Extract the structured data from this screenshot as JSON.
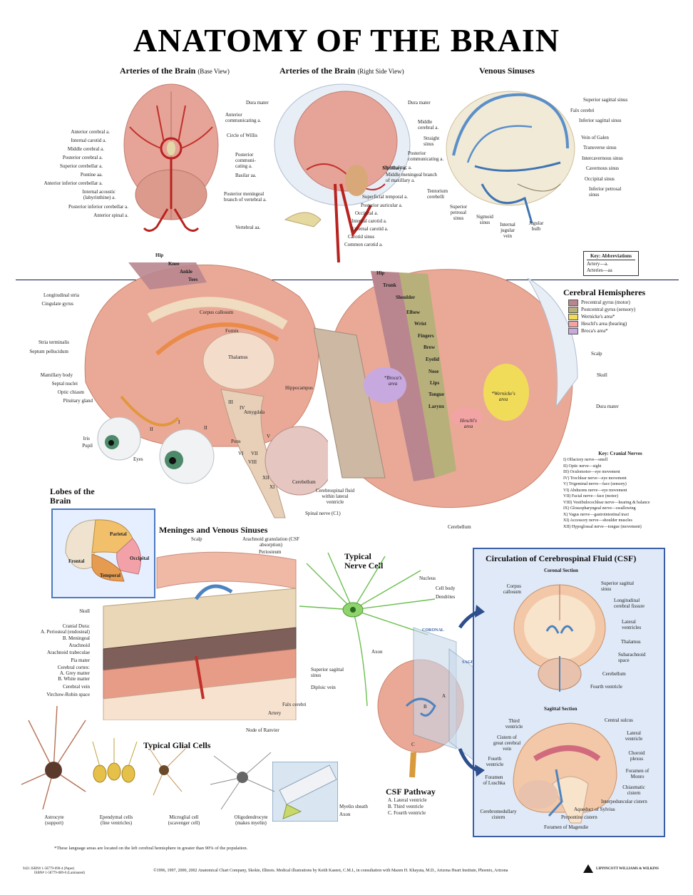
{
  "title": "ANATOMY OF THE BRAIN",
  "sections": {
    "arteries_base": {
      "title": "Arteries of the Brain",
      "subtitle": "(Base View)"
    },
    "arteries_side": {
      "title": "Arteries of the Brain",
      "subtitle": "(Right Side View)"
    },
    "venous": {
      "title": "Venous Sinuses"
    },
    "lobes": {
      "title": "Lobes of the Brain"
    },
    "meninges": {
      "title": "Meninges and Venous Sinuses"
    },
    "nerve_cell": {
      "title": "Typical Nerve Cell"
    },
    "glial": {
      "title": "Typical Glial Cells"
    },
    "csf": {
      "title": "Circulation of Cerebrospinal Fluid (CSF)",
      "coronal": "Coronal Section",
      "sagittal": "Sagittal  Section"
    },
    "csf_pathway": {
      "title": "CSF Pathway"
    },
    "cerebral": {
      "title": "Cerebral Hemispheres"
    }
  },
  "base_left": [
    "Anterior cerebral a.",
    "Internal carotid a.",
    "Middle cerebral a.",
    "Posterior cerebral a.",
    "Superior cerebellar a.",
    "Pontine aa.",
    "Anterior inferior cerebellar a.",
    "Internal acoustic (labyrinthine) a.",
    "Posterior inferior cerebellar a.",
    "Anterior spinal a."
  ],
  "base_right": [
    "Anterior communicating a.",
    "Circle of Willis",
    "Posterior communi-cating a.",
    "Basilar aa.",
    "Posterior meningeal branch of vertebral a.",
    "Vertebral aa."
  ],
  "side_right": [
    "Dura mater",
    "Middle cerebral a.",
    "Straight sinus",
    "Posterior communicating a.",
    "Ophthalmic a.",
    "Maxillary a.",
    "Middle meningeal branch of maxillary a.",
    "Superficial temporal a.",
    "Posterior auricular a.",
    "Occipital a.",
    "Internal carotid a.",
    "External carotid a.",
    "Carotid sinus",
    "Common carotid a."
  ],
  "side_left": [
    "Dura mater"
  ],
  "venous_labels": [
    "Superior sagittal sinus",
    "Falx cerebri",
    "Inferior sagittal sinus",
    "Vein of Galen",
    "Transverse sinus",
    "Intercavernous sinus",
    "Cavernous sinus",
    "Occipital sinus",
    "Inferior petrosal sinus"
  ],
  "venous_bottom": [
    "Tentorium cerebelli",
    "Superior petrosal sinus",
    "Sigmoid sinus",
    "Internal jugular vein",
    "Jugular bulb"
  ],
  "abbr": {
    "title": "Key: Abbreviations",
    "items": [
      "Artery—a.",
      "Arteries—aa"
    ]
  },
  "midsag_left": [
    "Longitudinal stria",
    "Cingulate gyrus",
    "Stria terminalis",
    "Septum pellucidum",
    "Mamillary body",
    "Septal nuclei",
    "Optic chiasm",
    "Pituitary gland",
    "Iris",
    "Pupil",
    "Eyes"
  ],
  "midsag_inner": [
    "Corpus callosum",
    "Fornix",
    "Thalamus",
    "Hippocampus",
    "Amygdala",
    "Pons",
    "Cerebellum",
    "Cerebrospinal fluid within lateral ventricle",
    "Spinal nerve (C1)"
  ],
  "homunculus_top": [
    "Hip",
    "Knee",
    "Ankle",
    "Toes"
  ],
  "homunculus": [
    "Hip",
    "Trunk",
    "Shoulder",
    "Elbow",
    "Wrist",
    "Fingers",
    "Brow",
    "Eyelid",
    "Nose",
    "Lips",
    "Tongue",
    "Larynx"
  ],
  "areas": [
    "*Broca's area",
    "*Wernicke's area",
    "Heschl's area"
  ],
  "lateral_right": [
    "Scalp",
    "Skull",
    "Dura mater",
    "Cerebellum"
  ],
  "cerebral_legend": [
    {
      "label": "Precentral gyrus (motor)",
      "color": "#b9868f"
    },
    {
      "label": "Postcentral gyrus (sensory)",
      "color": "#b7b07a"
    },
    {
      "label": "Wernicke's area*",
      "color": "#f1dc5a"
    },
    {
      "label": "Heschl's area (hearing)",
      "color": "#f2a3a3"
    },
    {
      "label": "Broca's area*",
      "color": "#c7a9e0"
    }
  ],
  "cranial": {
    "title": "Key: Cranial Nerves",
    "items": [
      "I) Olfactory nerve—smell",
      "II) Optic nerve—sight",
      "III) Oculomotor—eye movement",
      "IV) Trochlear nerve—eye movement",
      "V) Trigeminal nerve—face (sensory)",
      "VI) Abducens nerve—eye movement",
      "VII) Facial nerve—face (motor)",
      "VIII) Vestibulocochlear nerve—hearing & balance",
      "IX) Glossopharyngeal nerve—swallowing",
      "X) Vagus nerve—gastrointestinal tract",
      "XI) Accessory nerve—shoulder muscles",
      "XII) Hypoglossal nerve—tongue (movement)"
    ]
  },
  "cn_marks": [
    "II",
    "I",
    "II",
    "III",
    "IV",
    "V",
    "VI",
    "VII",
    "VIII",
    "XII",
    "XI"
  ],
  "lobes_labels": [
    "Parietal",
    "Frontal",
    "Occipital",
    "Temporal"
  ],
  "meninges_left": [
    "Skull",
    "Cranial Dura:",
    "A. Periosteal (endosteal)",
    "B. Meningeal",
    "Arachnoid",
    "Arachnoid trabeculae",
    "Pia mater",
    "Cerebral cortex:",
    "A. Grey matter",
    "B. White matter",
    "Cerebral vein",
    "Virchow-Robin space"
  ],
  "meninges_top": [
    "Scalp",
    "Arachnoid granulation (CSF absorption)",
    "Periosteum"
  ],
  "meninges_right": [
    "Superior sagittal sinus",
    "Diploic vein",
    "Falx cerebri",
    "Artery"
  ],
  "nerve_labels": [
    "Nucleus",
    "Cell body",
    "Dendrites",
    "Axon",
    "Node of Ranvier",
    "Myelin sheath",
    "Axon"
  ],
  "glial_labels": [
    "Astrocyte (support)",
    "Ependymal cells (line ventricles)",
    "Microglial cell (scavenger cell)",
    "Oligodendrocyte (makes myelin)"
  ],
  "csf_pathway_items": [
    "A.  Lateral ventricle",
    "B.  Third ventricle",
    "C.  Fourth ventricle"
  ],
  "csf_planes": [
    "CORONAL",
    "SAGITTAL"
  ],
  "csf_abc": [
    "A",
    "B",
    "C"
  ],
  "coronal_left": [
    "Corpus callosum"
  ],
  "coronal_right": [
    "Superior sagittal sinus",
    "Longitudinal cerebral fissure",
    "Lateral ventricles",
    "Thalamus",
    "Subarachnoid space",
    "Cerebellum",
    "Fourth ventricle"
  ],
  "sagittal_left": [
    "Third ventricle",
    "Cistern of great cerebral vein",
    "Fourth ventricle",
    "Foramen of Luschka",
    "Cerebromedullary cistern"
  ],
  "sagittal_right": [
    "Central sulcus",
    "Lateral ventricle",
    "Choroid plexus",
    "Foramen of Monro",
    "Chiasmatic cistern",
    "Interpeduncular cistern",
    "Aqueduct of Sylvius",
    "Prepontine cistern",
    "Foramen of Magendie"
  ],
  "footnote": "*These language areas are located on the left cerebral hemisphere in greater than 90% of the population.",
  "isbn": [
    "9421   ISBN# 1-58779-090-4 (Paper)",
    "ISBN# 1-58779-089-0 (Laminated)"
  ],
  "copyright": "©1996, 1997, 2000, 2002 Anatomical Chart Company, Skokie, Illinois. Medical illustrations by Keith Kasnot, C.M.I., in consultation with Mazen H. Khayata, M.D., Arizona Heart Institute, Phoenix, Arizona",
  "publisher": "LIPPINCOTT WILLIAMS & WILKINS"
}
